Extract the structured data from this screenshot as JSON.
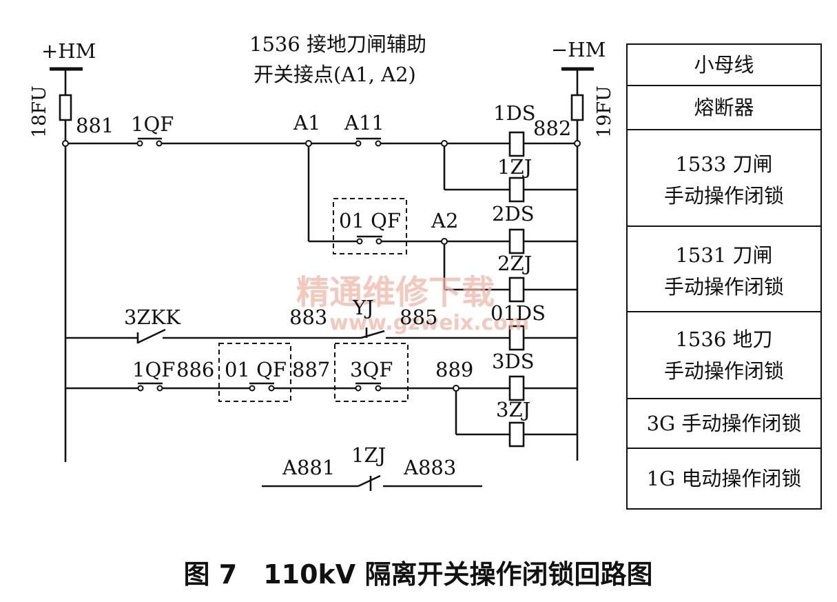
{
  "diagram": {
    "bus_pos": "+HM",
    "bus_neg": "−HM",
    "fuse_left": "18FU",
    "fuse_right": "19FU",
    "aux_note_line1": "1536 接地刀闸辅助",
    "aux_note_line2": "开关接点(A1, A2)",
    "n881": "881",
    "c1qf": "1QF",
    "nA1": "A1",
    "cA11": "A11",
    "r1ds": "1DS",
    "n882": "882",
    "r1zj": "1ZJ",
    "c01qf_a": "01 QF",
    "nA2": "A2",
    "r2ds": "2DS",
    "r2zj": "2ZJ",
    "c3zkk": "3ZKK",
    "n883": "883",
    "cyj": "YJ",
    "n885": "885",
    "r01ds": "01DS",
    "c1qf_b": "1QF",
    "n886": "886",
    "c01qf_b": "01 QF",
    "n887": "887",
    "c3qf": "3QF",
    "n889": "889",
    "r3ds": "3DS",
    "r3zj": "3ZJ",
    "nA881": "A881",
    "c1zj": "1ZJ",
    "nA883": "A883"
  },
  "legend": [
    {
      "lines": [
        "小母线"
      ]
    },
    {
      "lines": [
        "熔断器"
      ]
    },
    {
      "lines": [
        "1533 刀闸",
        "手动操作闭锁"
      ]
    },
    {
      "lines": [
        "1531 刀闸",
        "手动操作闭锁"
      ]
    },
    {
      "lines": [
        "1536 地刀",
        "手动操作闭锁"
      ]
    },
    {
      "lines": [
        "3G 手动操作闭锁"
      ]
    },
    {
      "lines": [
        "1G 电动操作闭锁"
      ]
    }
  ],
  "watermark": {
    "text": "精通维修下载",
    "url": "www.gzweix.com"
  },
  "caption": "图 7　110kV 隔离开关操作闭锁回路图"
}
